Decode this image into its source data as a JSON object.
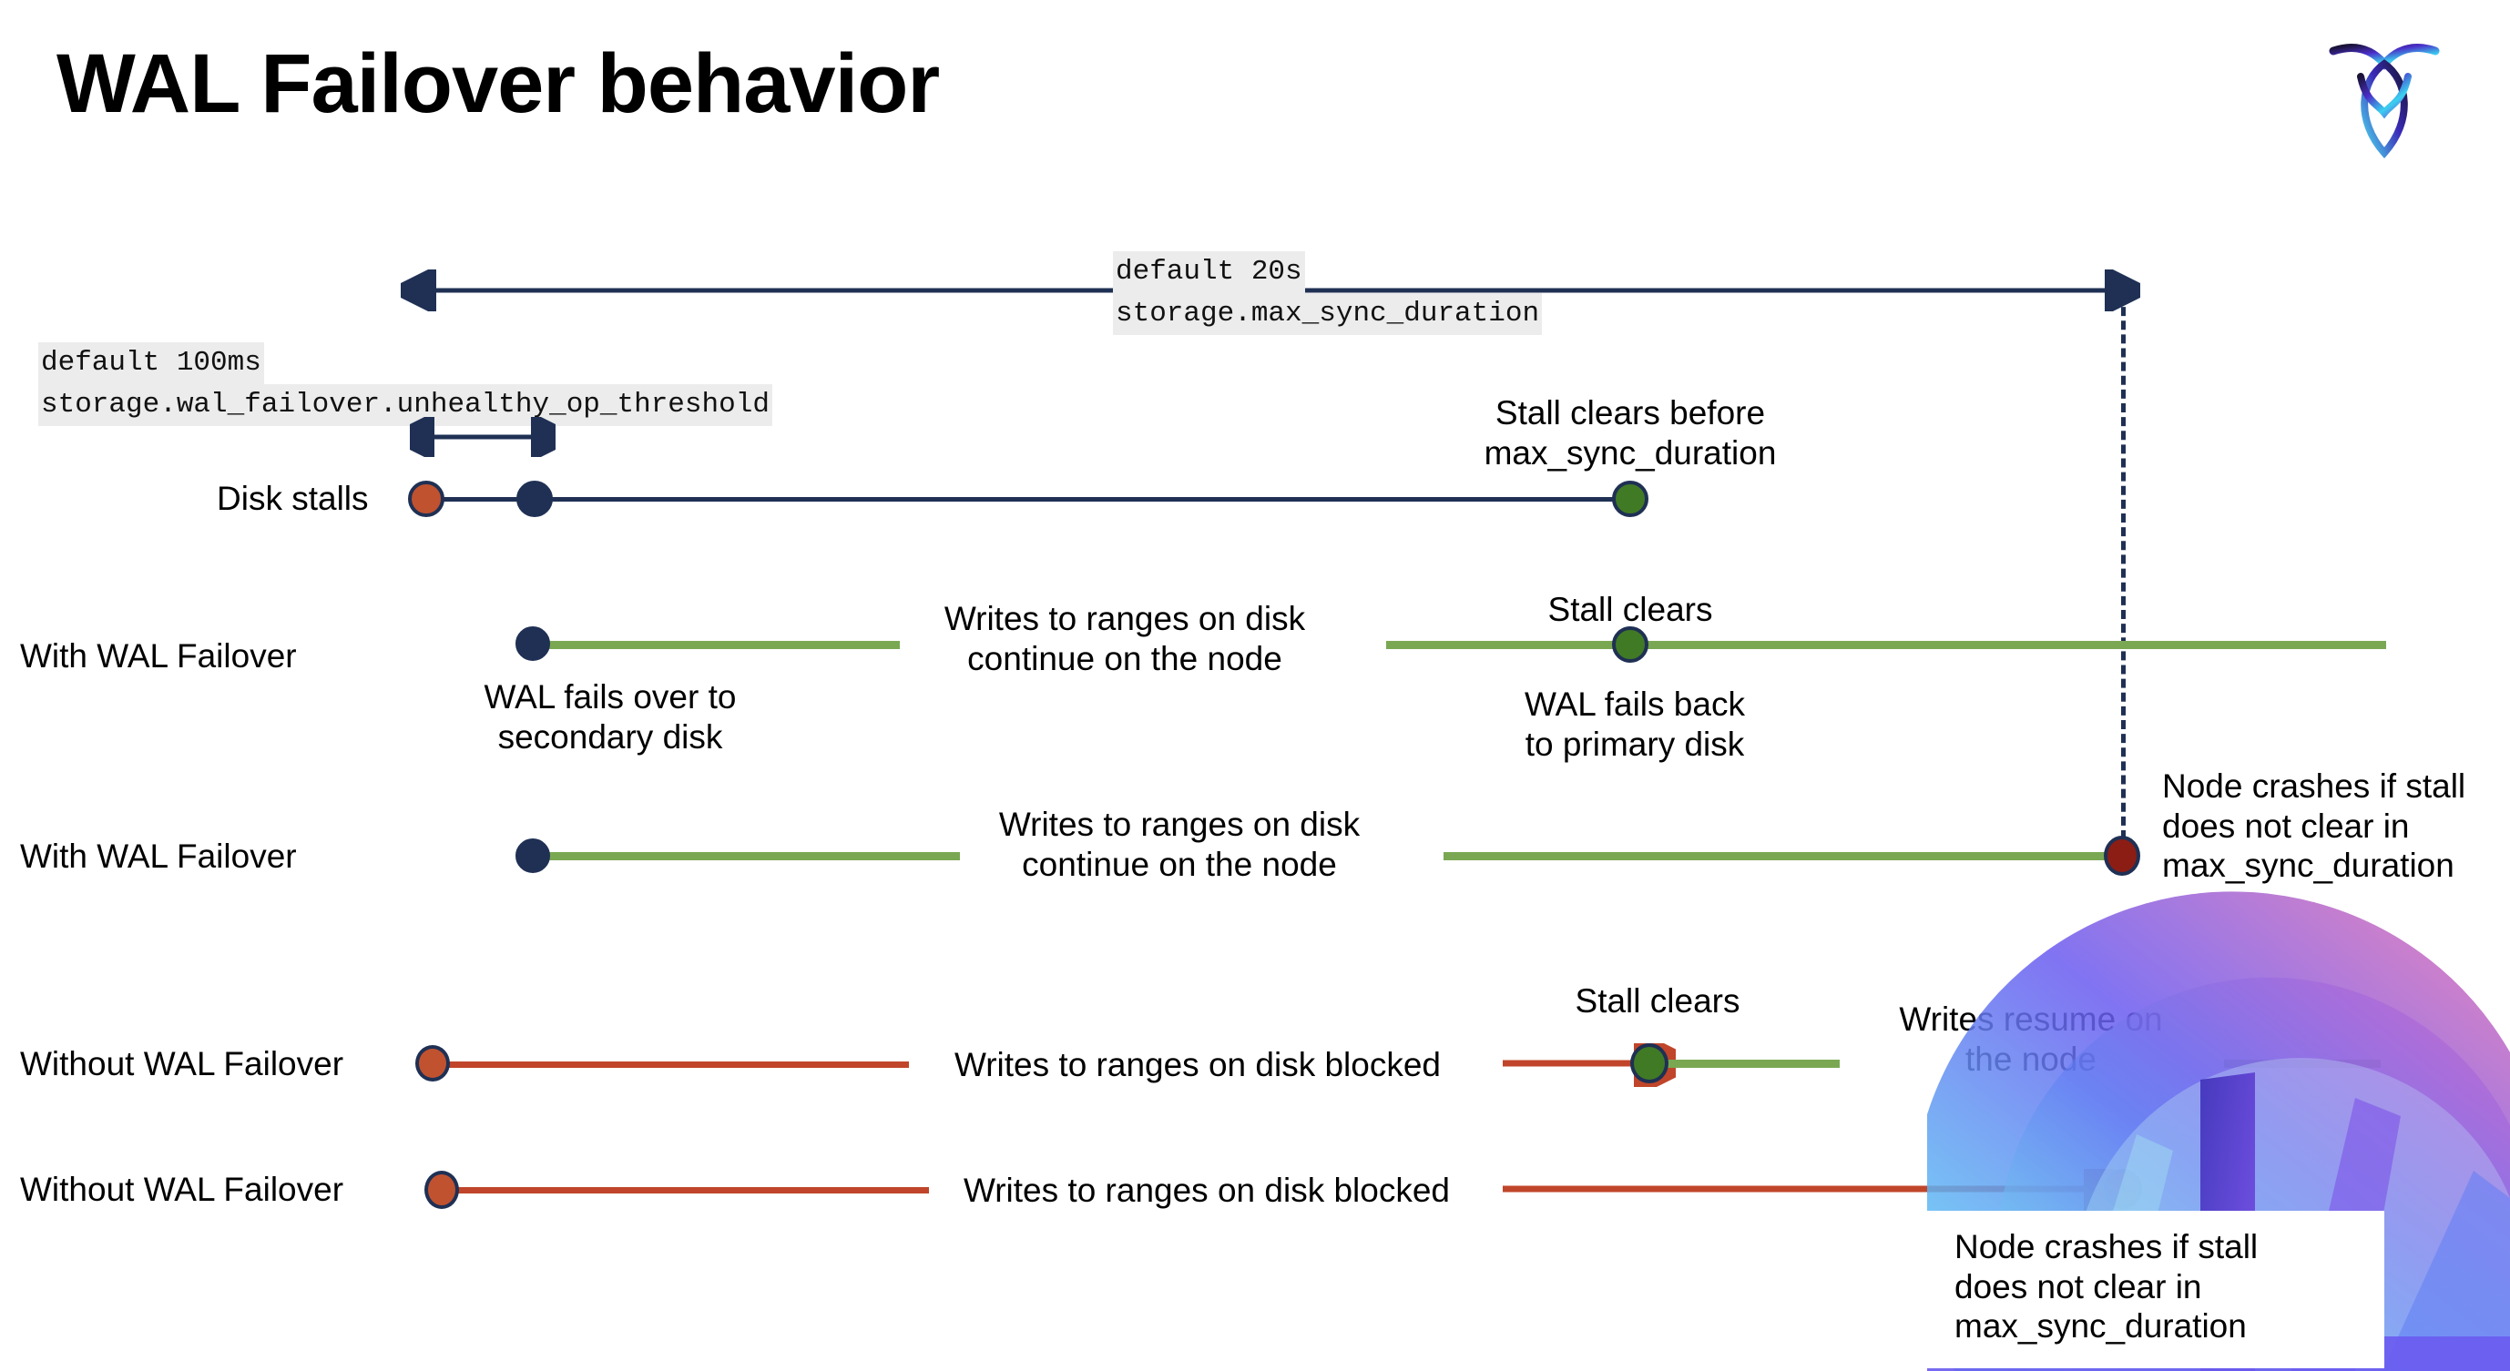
{
  "slide": {
    "title": "WAL Failover behavior",
    "logo_name": "cockroachdb-logo"
  },
  "settings": {
    "max_sync": {
      "default_line": "default 20s",
      "setting_line": "storage.max_sync_duration"
    },
    "unhealthy_threshold": {
      "default_line": "default 100ms",
      "setting_line": "storage.wal_failover.unhealthy_op_threshold"
    }
  },
  "rows": [
    {
      "label": "Disk stalls",
      "notes": [
        "Stall clears before\nmax_sync_duration"
      ]
    },
    {
      "label": "With WAL Failover",
      "notes": [
        "WAL fails over to\nsecondary disk",
        "Writes to ranges on disk\ncontinue on the node",
        "Stall clears",
        "WAL fails  back\nto primary disk"
      ]
    },
    {
      "label": "With WAL Failover",
      "notes": [
        "Writes to ranges on disk\ncontinue on the node",
        "Node crashes if stall\ndoes not clear in\nmax_sync_duration"
      ]
    },
    {
      "label": "Without WAL Failover",
      "notes": [
        "Writes to ranges on disk  blocked",
        "Stall clears",
        "Writes resume on\nthe node"
      ]
    },
    {
      "label": "Without WAL Failover",
      "notes": [
        "Writes to ranges on disk  blocked",
        "Node crashes if stall\ndoes not clear in\nmax_sync_duration"
      ]
    }
  ],
  "colors": {
    "navy": "#1f3054",
    "red": "#c0522f",
    "green_dot": "#417a25",
    "green_line": "#7aa852",
    "red_line": "#c0452a",
    "dark_red_dot": "#8c1d14",
    "code_chip_bg": "#ececec",
    "bottom_bar_start": "#7ef3ee",
    "bottom_bar_end": "#8a3fe8"
  }
}
